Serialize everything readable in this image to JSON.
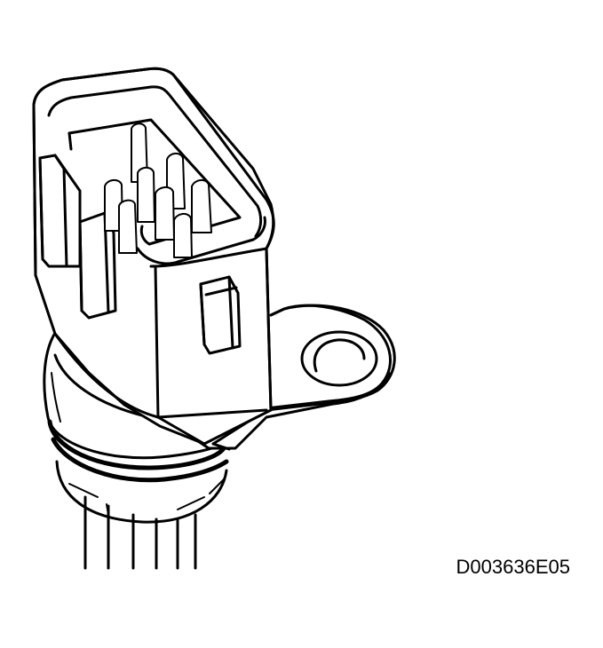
{
  "figure": {
    "part_number_label": "D003636E05"
  },
  "colors": {
    "line": "#000000",
    "background": "#ffffff"
  },
  "components": {
    "connector_housing": "connector-housing",
    "pins": "connector-pins",
    "locking_tab": "locking-tab",
    "mounting_flange": "mounting-flange",
    "mounting_hole": "mounting-hole",
    "sensor_body": "sensor-body",
    "o_ring": "o-ring-seal",
    "sensor_tip": "sensor-tip"
  }
}
